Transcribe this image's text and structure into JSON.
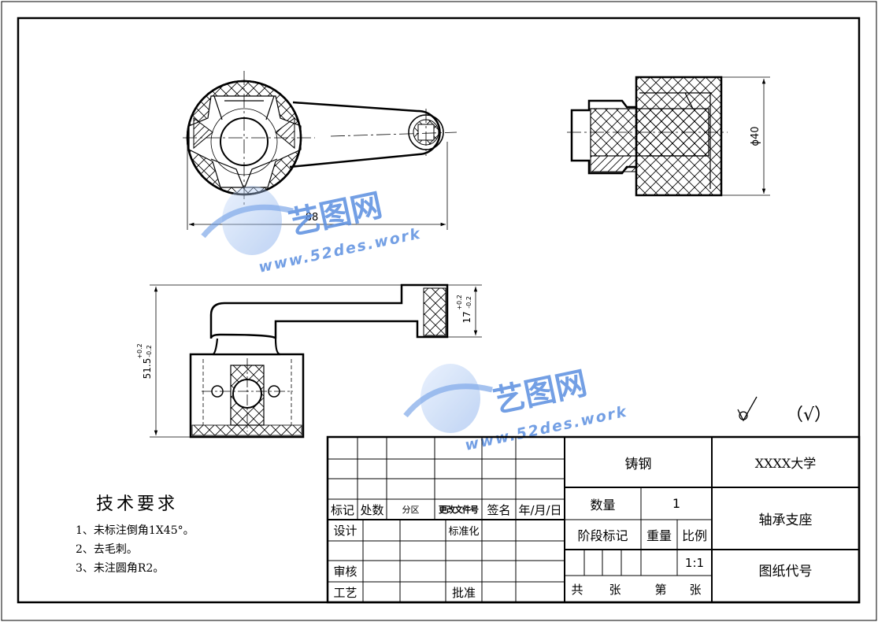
{
  "views": {
    "front": {
      "dimension_width": "88"
    },
    "side": {
      "dimension_diameter": "ϕ40"
    },
    "top": {
      "dimension_height": "51.5",
      "dimension_height_tol_upper": "+0.2",
      "dimension_height_tol_lower": "-0.2",
      "dimension_flange": "17",
      "dimension_flange_tol_upper": "+0.2",
      "dimension_flange_tol_lower": "-0.2"
    }
  },
  "watermarks": [
    {
      "brand": "艺图网",
      "url": "www.52des.work"
    },
    {
      "brand": "艺图网",
      "url": "www.52des.work"
    }
  ],
  "surface_finish": {
    "note": "（√）"
  },
  "technical_requirements": {
    "title": "技术要求",
    "items": [
      "1、未标注倒角1X45°。",
      "2、去毛刺。",
      "3、未注圆角R2。"
    ]
  },
  "title_block": {
    "revision_headers": {
      "mark": "标记",
      "count": "处数",
      "zone": "分区",
      "doc_no": "更改文件号",
      "signature": "签名",
      "date": "年/月/日"
    },
    "roles": {
      "design": "设计",
      "standardization": "标准化",
      "review": "审核",
      "process": "工艺",
      "approval": "批准"
    },
    "material": "铸钢",
    "quantity_label": "数量",
    "quantity_value": "1",
    "stage_mark_label": "阶段标记",
    "weight_label": "重量",
    "scale_label": "比例",
    "scale_value": "1:1",
    "sheets_total_label": "共",
    "sheets_unit_label": "张",
    "sheet_no_label": "第",
    "sheet_no_unit_label": "张",
    "school": "XXXX大学",
    "part_name": "轴承支座",
    "drawing_no_label": "图纸代号"
  },
  "colors": {
    "line": "#000000",
    "watermark": "#5b8fe0"
  }
}
